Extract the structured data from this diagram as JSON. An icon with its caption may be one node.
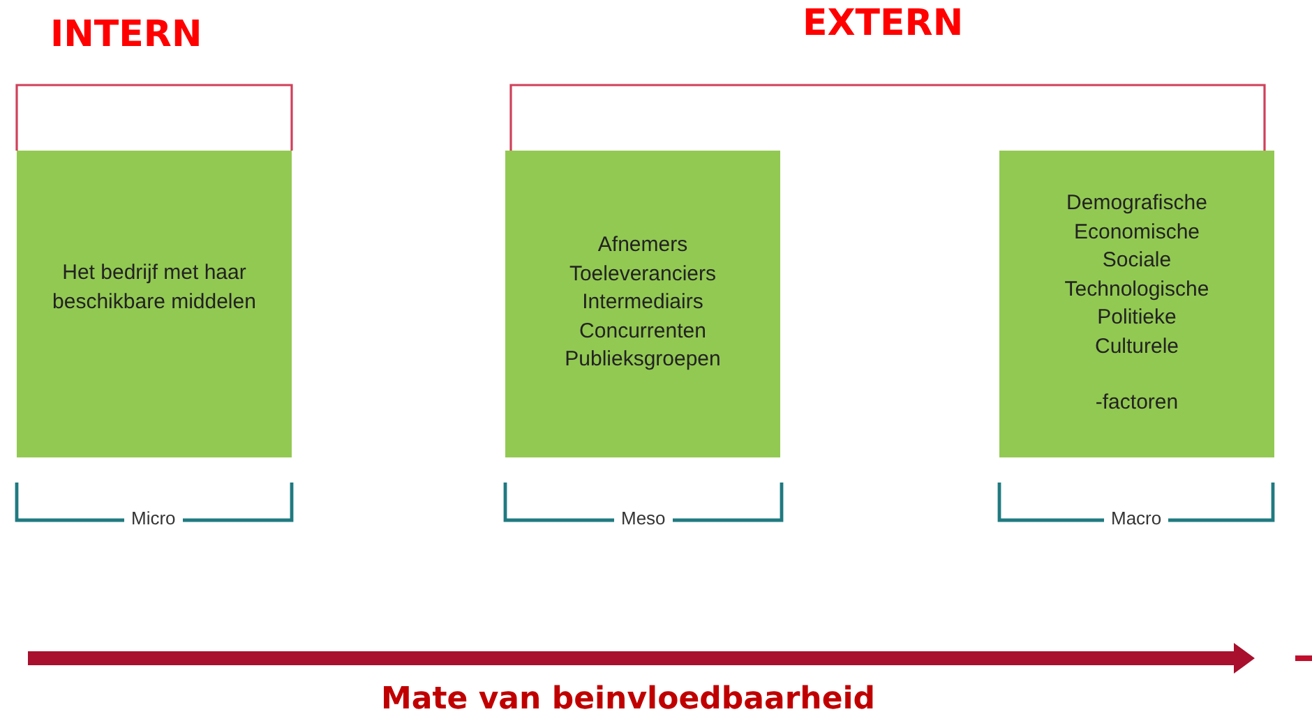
{
  "diagram": {
    "nodes": [
      {
        "text": [
          "Het bedrijf met haar beschikbare middelen"
        ]
      },
      {
        "text": [
          "Afnemers Toeleveranciers Intermediairs Concurrenten Publieksgroepen"
        ]
      },
      {
        "text": [
          "Demografische Economische Sociale Technologische Politieke Culturele",
          "-factoren"
        ]
      }
    ],
    "edges": [],
    "labels": [
      "INTERN",
      "EXTERN",
      "Micro",
      "Meso",
      "Macro",
      "Mate van beinvloedbaarheid"
    ]
  }
}
